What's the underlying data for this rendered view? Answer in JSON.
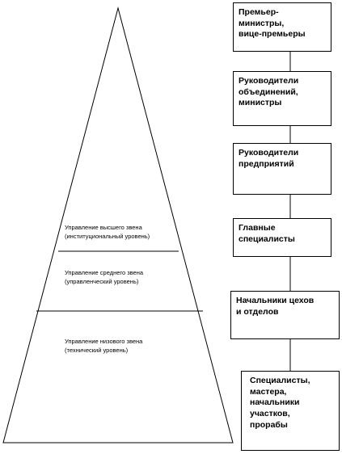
{
  "colors": {
    "line": "#000000",
    "background": "#ffffff"
  },
  "levels": [
    {
      "line1": "Управление высшего звена",
      "line2": "(институциональный уровень)"
    },
    {
      "line1": "Управление среднего звена",
      "line2": "(управленческий уровень)"
    },
    {
      "line1": "Управление низового звена",
      "line2": "(технический уровень)"
    }
  ],
  "positions": [
    {
      "lines": [
        "Премьер-",
        "министры,",
        "вице-премьеры"
      ]
    },
    {
      "lines": [
        "Руководители",
        "объединений,",
        "министры"
      ]
    },
    {
      "lines": [
        "Руководители",
        "предприятий"
      ]
    },
    {
      "lines": [
        "Главные",
        "специалисты"
      ]
    },
    {
      "lines": [
        "Начальники цехов",
        "и отделов"
      ]
    },
    {
      "lines": [
        "Специалисты,",
        "мастера,",
        "начальники",
        "участков,",
        "прорабы"
      ]
    }
  ]
}
